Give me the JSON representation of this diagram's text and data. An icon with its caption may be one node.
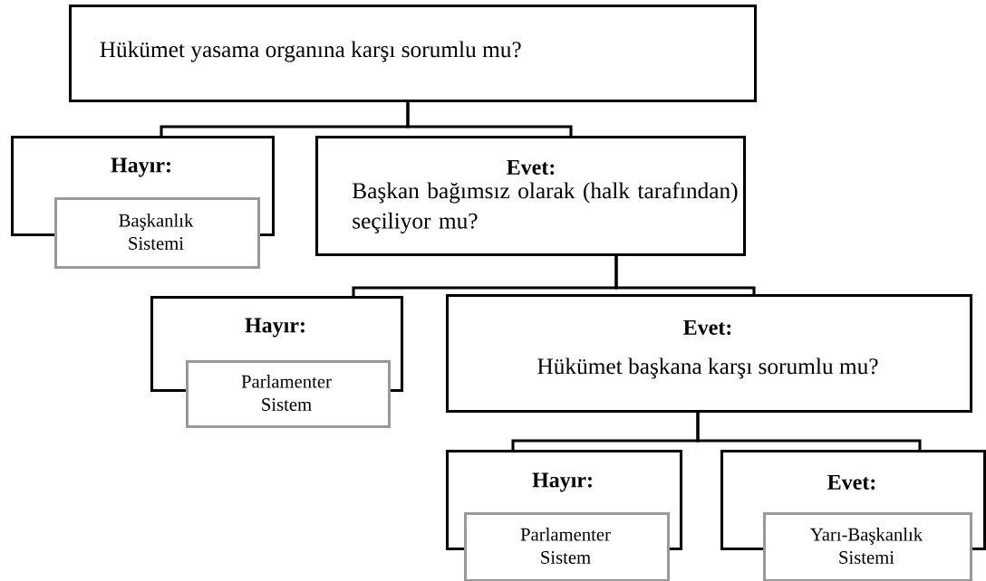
{
  "diagram": {
    "nodes": [
      {
        "text": [
          "Hükümet yasama organına karşı sorumlu mu?"
        ]
      },
      {
        "text": [
          "Hayır:"
        ]
      },
      {
        "text": [
          "Başkanlık Sistemi"
        ]
      },
      {
        "text": [
          "Evet:",
          "Başkan bağımsız olarak (halk tarafından) seçiliyor mu?"
        ]
      },
      {
        "text": [
          "Hayır:"
        ]
      },
      {
        "text": [
          "Parlamenter Sistem"
        ]
      },
      {
        "text": [
          "Evet:",
          "Hükümet başkana karşı sorumlu mu?"
        ]
      },
      {
        "text": [
          "Hayır:"
        ]
      },
      {
        "text": [
          "Parlamenter Sistem"
        ]
      },
      {
        "text": [
          "Evet:"
        ]
      },
      {
        "text": [
          "Yarı-Başkanlık Sistemi"
        ]
      }
    ],
    "edges": [
      {
        "from": 0,
        "to": 1,
        "arrow": "none"
      },
      {
        "from": 0,
        "to": 3,
        "arrow": "none"
      },
      {
        "from": 3,
        "to": 4,
        "arrow": "none"
      },
      {
        "from": 3,
        "to": 6,
        "arrow": "none"
      },
      {
        "from": 6,
        "to": 7,
        "arrow": "none"
      },
      {
        "from": 6,
        "to": 9,
        "arrow": "none"
      }
    ]
  }
}
